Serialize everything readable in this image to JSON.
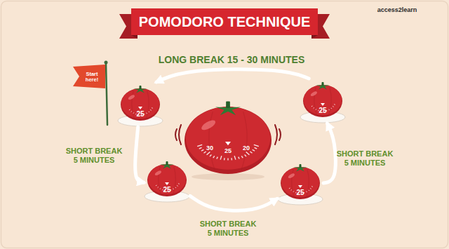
{
  "diagram": {
    "title": "POMODORO TECHNIQUE",
    "nodes": [
      {
        "text": [
          "Start here!"
        ]
      },
      {
        "text": [
          "25"
        ]
      },
      {
        "text": [
          "30",
          "25",
          "20"
        ]
      },
      {
        "text": [
          "25"
        ]
      },
      {
        "text": [
          "25"
        ]
      },
      {
        "text": [
          "25"
        ]
      }
    ],
    "edges": [
      {
        "from": 3,
        "to": 1,
        "arrow": "to",
        "label": "LONG BREAK 15 - 30 MINUTES"
      },
      {
        "from": 1,
        "to": 4,
        "arrow": "to",
        "label": "SHORT BREAK 5 MINUTES"
      },
      {
        "from": 4,
        "to": 5,
        "arrow": "to",
        "label": "SHORT BREAK 5 MINUTES"
      },
      {
        "from": 5,
        "to": 3,
        "arrow": "to",
        "label": "SHORT BREAK 5 MINUTES"
      }
    ],
    "labels": [
      "access2learn"
    ]
  }
}
